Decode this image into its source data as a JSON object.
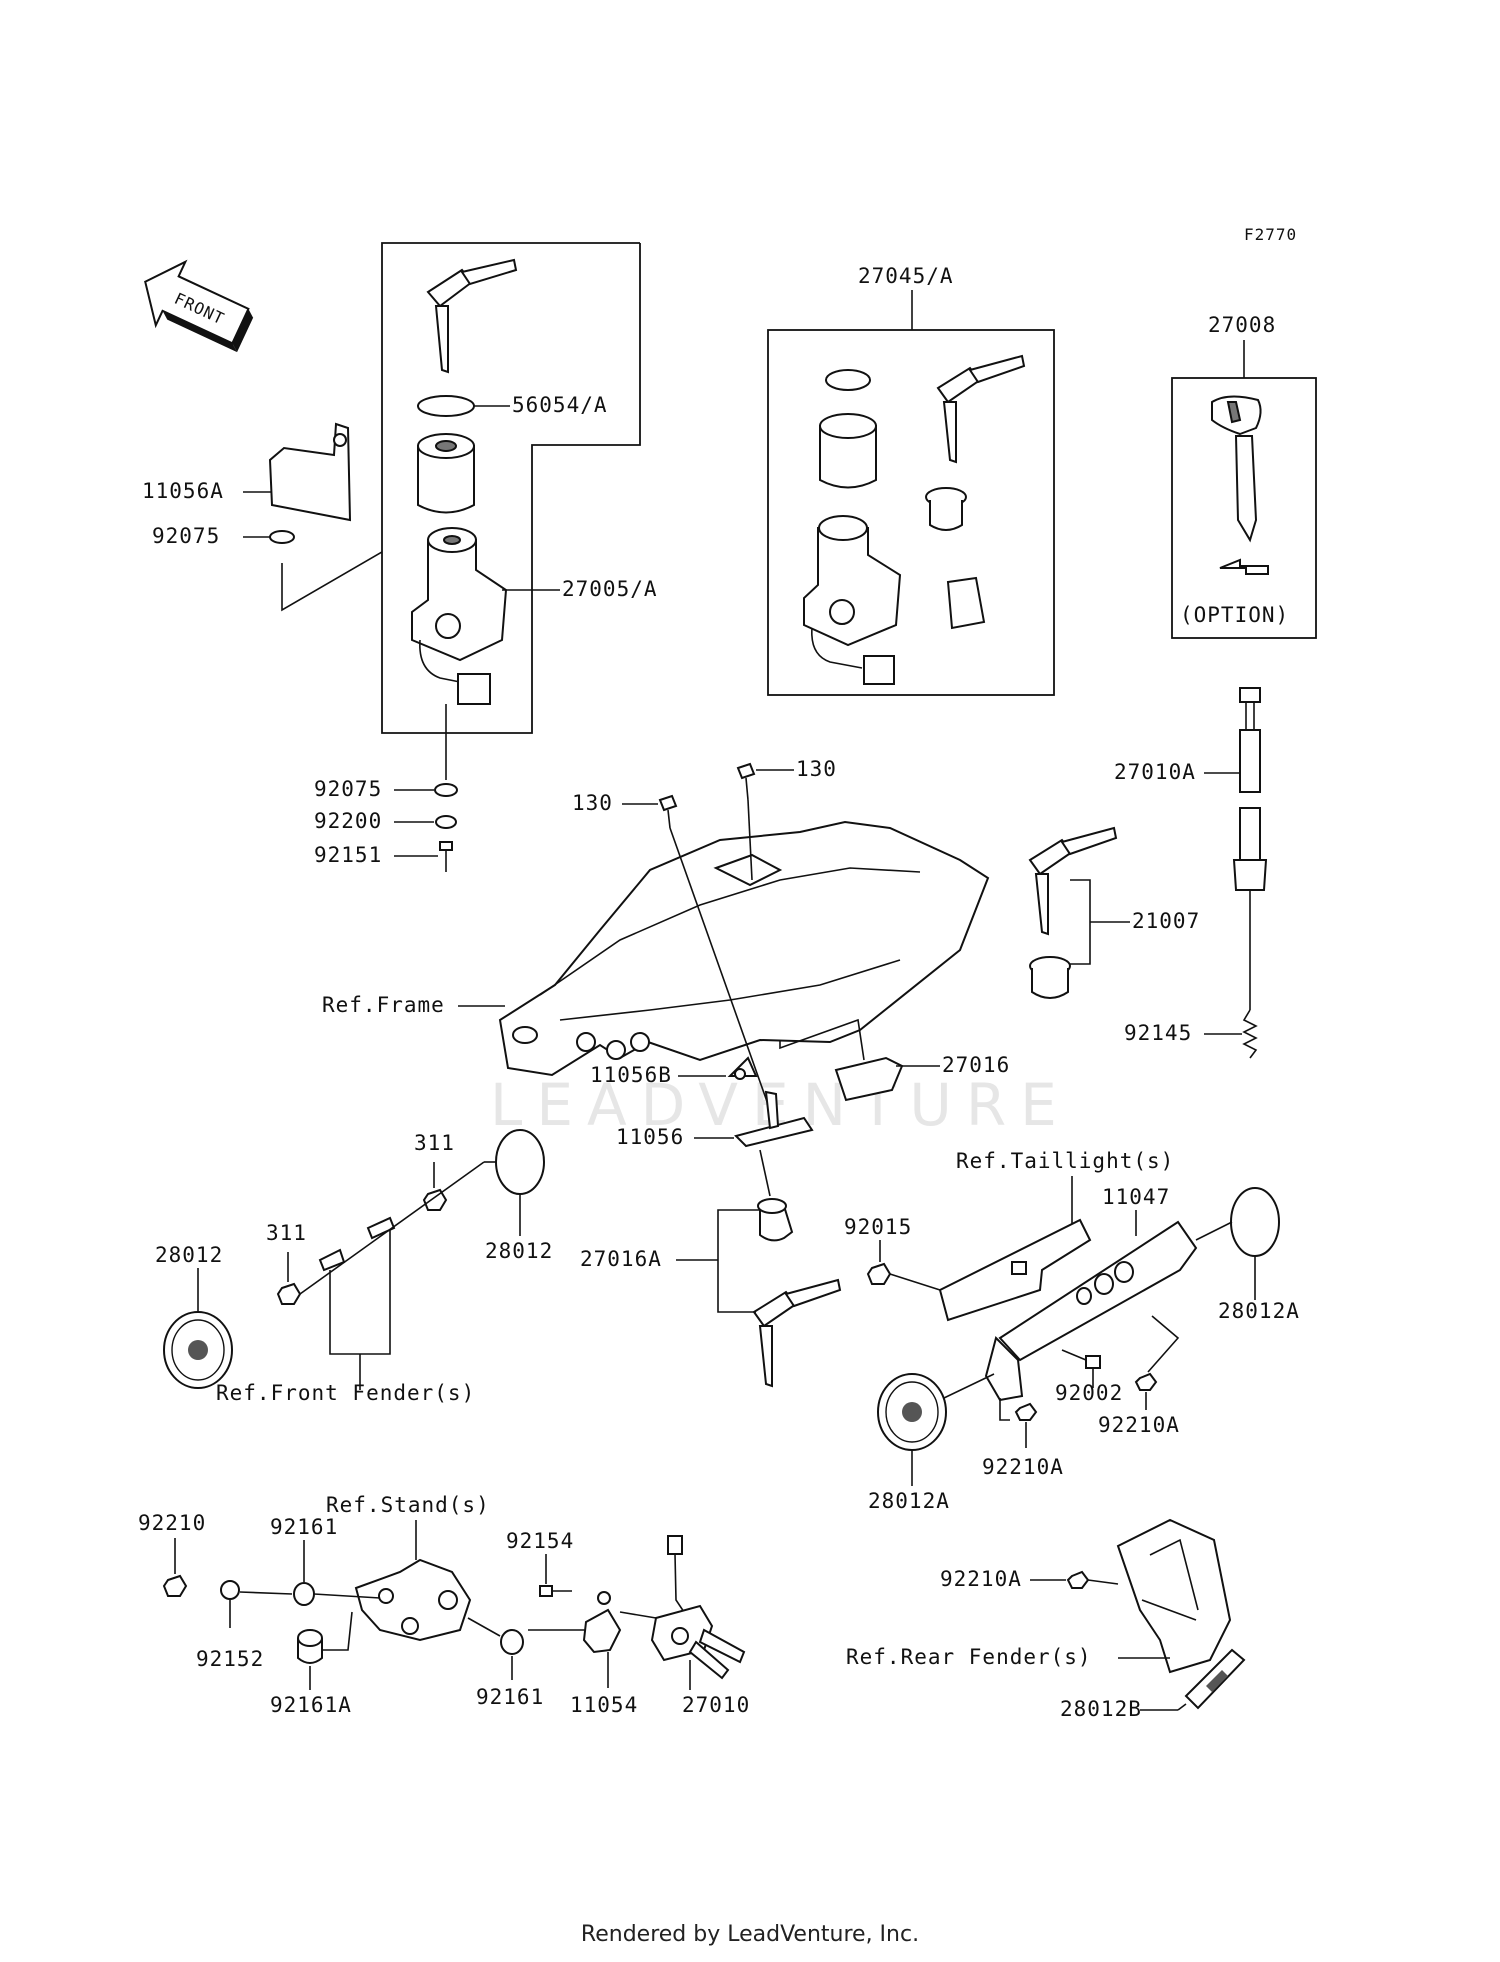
{
  "figure_code": "F2770",
  "watermark": "LEADVENTURE",
  "front_label": "FRONT",
  "footer": "Rendered by LeadVenture, Inc.",
  "labels": {
    "l_11056A": "11056A",
    "l_92075_top": "92075",
    "l_56054A": "56054/A",
    "l_27005A": "27005/A",
    "l_92075_bot": "92075",
    "l_92200": "92200",
    "l_92151": "92151",
    "l_27045A": "27045/A",
    "l_27008": "27008",
    "l_option": "(OPTION)",
    "l_27010A": "27010A",
    "l_130_right": "130",
    "l_130_left": "130",
    "l_21007": "21007",
    "l_ref_frame": "Ref.Frame",
    "l_92145": "92145",
    "l_11056B": "11056B",
    "l_27016": "27016",
    "l_11056": "11056",
    "l_311_a": "311",
    "l_311_b": "311",
    "l_28012_left": "28012",
    "l_28012_mid": "28012",
    "l_ref_front_fender": "Ref.Front Fender(s)",
    "l_ref_taillight": "Ref.Taillight(s)",
    "l_11047": "11047",
    "l_92015": "92015",
    "l_27016A": "27016A",
    "l_28012A_right": "28012A",
    "l_92002": "92002",
    "l_92210A_a": "92210A",
    "l_92210A_b": "92210A",
    "l_28012A_bot": "28012A",
    "l_ref_stand": "Ref.Stand(s)",
    "l_92210": "92210",
    "l_92161_a": "92161",
    "l_92154": "92154",
    "l_92152": "92152",
    "l_92161A": "92161A",
    "l_92161_b": "92161",
    "l_11054": "11054",
    "l_27010": "27010",
    "l_92210A_c": "92210A",
    "l_ref_rear_fender": "Ref.Rear Fender(s)",
    "l_28012B": "28012B"
  }
}
